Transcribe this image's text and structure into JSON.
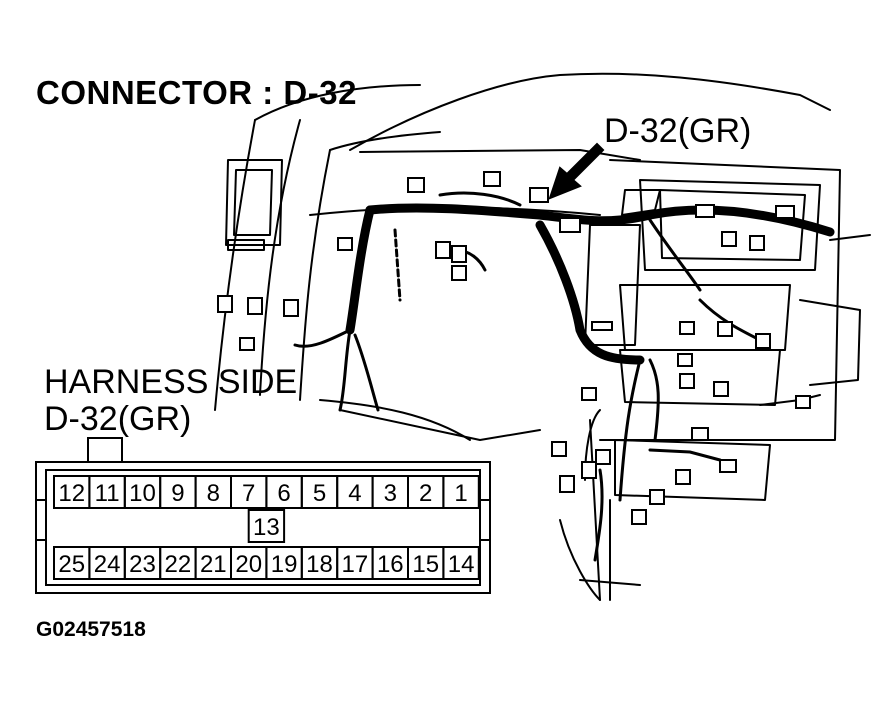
{
  "title": "CONNECTOR : D-32",
  "callout_label": "D-32(GR)",
  "harness_label_line1": "HARNESS SIDE",
  "harness_label_line2": "D-32(GR)",
  "figure_code": "G02457518",
  "connector": {
    "top_row": [
      "12",
      "11",
      "10",
      "9",
      "8",
      "7",
      "6",
      "5",
      "4",
      "3",
      "2",
      "1"
    ],
    "middle": "13",
    "bottom_row": [
      "25",
      "24",
      "23",
      "22",
      "21",
      "20",
      "19",
      "18",
      "17",
      "16",
      "15",
      "14"
    ]
  }
}
